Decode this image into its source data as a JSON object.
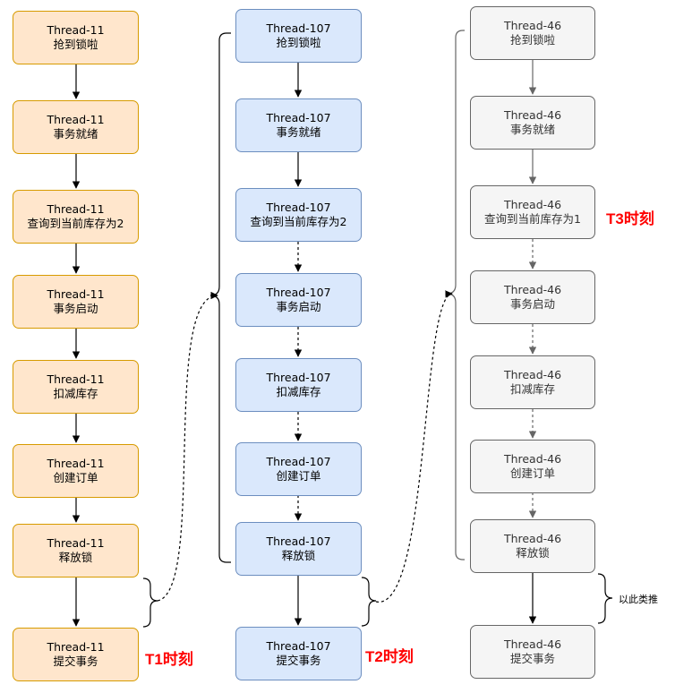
{
  "columns": [
    {
      "nodes": [
        {
          "thread": "Thread-11",
          "action": "抢到锁啦"
        },
        {
          "thread": "Thread-11",
          "action": "事务就绪"
        },
        {
          "thread": "Thread-11",
          "action": "查询到当前库存为2"
        },
        {
          "thread": "Thread-11",
          "action": "事务启动"
        },
        {
          "thread": "Thread-11",
          "action": "扣减库存"
        },
        {
          "thread": "Thread-11",
          "action": "创建订单"
        },
        {
          "thread": "Thread-11",
          "action": "释放锁"
        },
        {
          "thread": "Thread-11",
          "action": "提交事务"
        }
      ],
      "time_label": "T1时刻"
    },
    {
      "nodes": [
        {
          "thread": "Thread-107",
          "action": "抢到锁啦"
        },
        {
          "thread": "Thread-107",
          "action": "事务就绪"
        },
        {
          "thread": "Thread-107",
          "action": "查询到当前库存为2"
        },
        {
          "thread": "Thread-107",
          "action": "事务启动"
        },
        {
          "thread": "Thread-107",
          "action": "扣减库存"
        },
        {
          "thread": "Thread-107",
          "action": "创建订单"
        },
        {
          "thread": "Thread-107",
          "action": "释放锁"
        },
        {
          "thread": "Thread-107",
          "action": "提交事务"
        }
      ],
      "time_label": "T2时刻"
    },
    {
      "nodes": [
        {
          "thread": "Thread-46",
          "action": "抢到锁啦"
        },
        {
          "thread": "Thread-46",
          "action": "事务就绪"
        },
        {
          "thread": "Thread-46",
          "action": "查询到当前库存为1"
        },
        {
          "thread": "Thread-46",
          "action": "事务启动"
        },
        {
          "thread": "Thread-46",
          "action": "扣减库存"
        },
        {
          "thread": "Thread-46",
          "action": "创建订单"
        },
        {
          "thread": "Thread-46",
          "action": "释放锁"
        },
        {
          "thread": "Thread-46",
          "action": "提交事务"
        }
      ],
      "time_label": "T3时刻"
    }
  ],
  "note": "以此类推",
  "colors": {
    "thread_11_fill": "#ffe6cc",
    "thread_11_stroke": "#d79b00",
    "thread_107_fill": "#dae8fc",
    "thread_107_stroke": "#6c8ebf",
    "thread_46_fill": "#f5f5f5",
    "thread_46_stroke": "#666666",
    "time_label": "#ff0000"
  }
}
